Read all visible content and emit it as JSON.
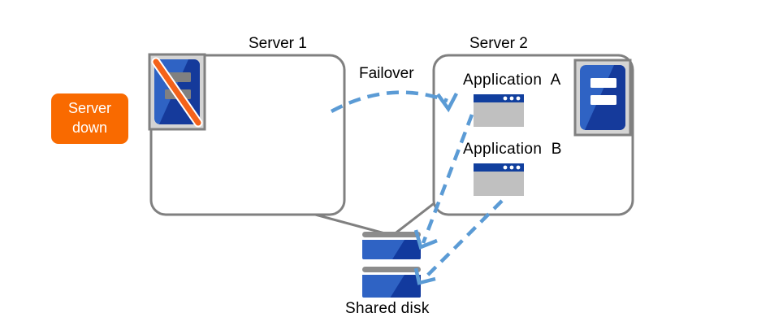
{
  "diagram": {
    "title_server1": "Server 1",
    "title_server2": "Server 2",
    "failover_label": "Failover",
    "application_a_label": "Application  A",
    "application_b_label": "Application  B",
    "shared_disk_label": "Shared disk",
    "status_badge": {
      "line1": "Server",
      "line2": "down"
    },
    "colors": {
      "badge_orange": "#f96a00",
      "slash_orange": "#f4621a",
      "box_border_grey": "#808080",
      "icon_frame_grey": "#d4d4d4",
      "icon_blue_light": "#2f63c4",
      "icon_blue_dark": "#153a9b",
      "window_titlebar_blue": "#113f9e",
      "window_body_grey": "#c0c0c0",
      "arrow_blue": "#5b9bd5",
      "disk_blue_light": "#2f63c4",
      "disk_blue_dark": "#123a9e",
      "disk_bar_grey": "#8c8c8c",
      "text_black": "#000000",
      "text_white": "#ffffff"
    }
  }
}
